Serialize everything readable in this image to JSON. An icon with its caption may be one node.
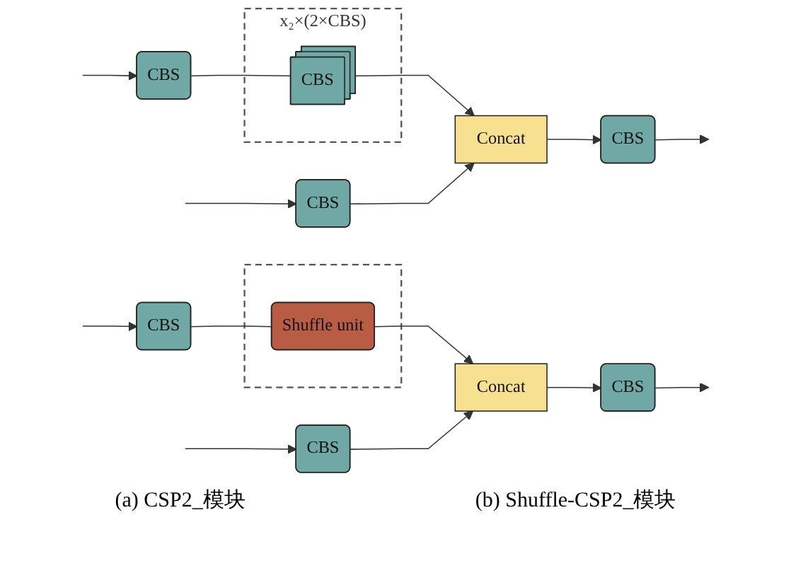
{
  "diagram": {
    "nodes": [
      {
        "text": [
          "CBS"
        ]
      },
      {
        "text": [
          "x₂×(2×CBS)"
        ]
      },
      {
        "text": [
          "CBS"
        ],
        "in": 1
      },
      {
        "text": [
          "Concat"
        ]
      },
      {
        "text": [
          "CBS"
        ]
      },
      {
        "text": [
          "CBS"
        ]
      },
      {
        "text": [
          "CBS"
        ]
      },
      {
        "text": [],
        "shape": "box"
      },
      {
        "text": [
          "Shuffle unit"
        ],
        "in": 7
      },
      {
        "text": [
          "Concat"
        ]
      },
      {
        "text": [
          "CBS"
        ]
      },
      {
        "text": [
          "CBS"
        ]
      }
    ],
    "edges": [
      {
        "from": null,
        "to": 0,
        "arrow": "to"
      },
      {
        "from": null,
        "to": 5,
        "arrow": "to"
      },
      {
        "from": 0,
        "to": 2,
        "arrow": "none"
      },
      {
        "from": 2,
        "to": 3,
        "arrow": "to"
      },
      {
        "from": 5,
        "to": 3,
        "arrow": "to"
      },
      {
        "from": 3,
        "to": 4,
        "arrow": "to"
      },
      {
        "from": 4,
        "to": null,
        "arrow": "to"
      },
      {
        "from": null,
        "to": 6,
        "arrow": "to"
      },
      {
        "from": null,
        "to": 11,
        "arrow": "to"
      },
      {
        "from": 6,
        "to": 8,
        "arrow": "none"
      },
      {
        "from": 8,
        "to": 9,
        "arrow": "to"
      },
      {
        "from": 11,
        "to": 9,
        "arrow": "to"
      },
      {
        "from": 9,
        "to": 10,
        "arrow": "to"
      },
      {
        "from": 10,
        "to": null,
        "arrow": "to"
      }
    ],
    "labels": [
      "(a) CSP2_模块",
      "(b) Shuffle-CSP2_模块"
    ]
  }
}
